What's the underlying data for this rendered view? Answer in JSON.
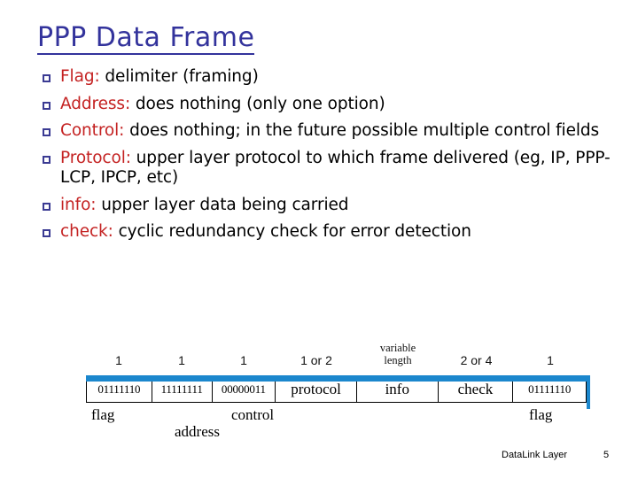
{
  "slide": {
    "title": "PPP Data Frame",
    "title_color": "#33339C",
    "keyword_color": "#C42222",
    "bullet_color": "#3B3B93",
    "accent_blue": "#1B87CD",
    "background": "#FFFFFF"
  },
  "bullets": [
    {
      "keyword": "Flag:",
      "text": " delimiter (framing)"
    },
    {
      "keyword": "Address:",
      "text": "  does nothing (only one option)"
    },
    {
      "keyword": "Control:",
      "text": " does nothing; in the future possible multiple control fields"
    },
    {
      "keyword": "Protocol:",
      "text": " upper layer protocol to which frame delivered (eg, IP, PPP-LCP, IPCP, etc)"
    },
    {
      "keyword": "info:",
      "text": " upper layer data being carried"
    },
    {
      "keyword": "check:",
      "text": "  cyclic redundancy check for error detection"
    }
  ],
  "diagram": {
    "sizes": [
      {
        "text": "1",
        "lines": [
          "1"
        ],
        "style": "sans"
      },
      {
        "text": "1",
        "lines": [
          "1"
        ],
        "style": "sans"
      },
      {
        "text": "1",
        "lines": [
          "1"
        ],
        "style": "sans"
      },
      {
        "text": "1 or 2",
        "lines": [
          "1 or 2"
        ],
        "style": "sans"
      },
      {
        "text": "variable length",
        "lines": [
          "variable",
          "length"
        ],
        "style": "serif"
      },
      {
        "text": "2 or 4",
        "lines": [
          "2 or 4"
        ],
        "style": "sans"
      },
      {
        "text": "1",
        "lines": [
          "1"
        ],
        "style": "sans"
      }
    ],
    "fields": [
      {
        "value": "01111110",
        "kind": "bits"
      },
      {
        "value": "11111111",
        "kind": "bits"
      },
      {
        "value": "00000011",
        "kind": "bits"
      },
      {
        "value": "protocol",
        "kind": "word"
      },
      {
        "value": "info",
        "kind": "word"
      },
      {
        "value": "check",
        "kind": "word"
      },
      {
        "value": "01111110",
        "kind": "bits"
      }
    ],
    "labels": [
      {
        "text": "flag"
      },
      {
        "text": "address"
      },
      {
        "text": "control"
      },
      {
        "text": "flag"
      }
    ]
  },
  "footer": {
    "label": "DataLink Layer",
    "page": "5"
  }
}
